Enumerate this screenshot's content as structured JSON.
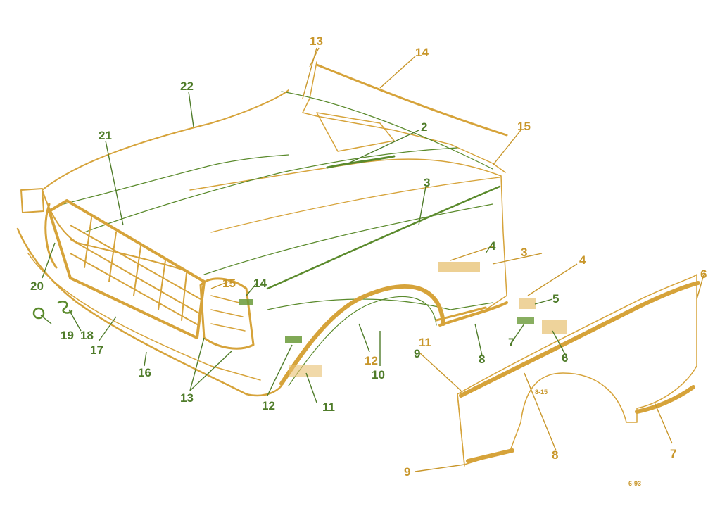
{
  "labels": {
    "l13_top": "13",
    "l14_top": "14",
    "l22": "22",
    "l21": "21",
    "l2": "2",
    "l15": "15",
    "l3_hood": "3",
    "l20": "20",
    "l19": "19",
    "l18": "18",
    "l17": "17",
    "l16": "16",
    "l13_bottom": "13",
    "l12_bottom": "12",
    "l11_bottom": "11",
    "l10": "10",
    "l12_mid": "12",
    "l11_mid": "11",
    "l9_mid": "9",
    "l8_mid": "8",
    "l7_mid": "7",
    "l6_mid": "6",
    "l5": "5",
    "l4_top": "4",
    "l4_mid": "4",
    "l3_right": "3",
    "l15_mid": "15",
    "l14_mid": "14",
    "l6_right": "6",
    "l8_right": "8",
    "l7_right": "7",
    "l9_right": "9",
    "fig_code": "6-93",
    "panel_code": "8-15"
  },
  "colors": {
    "callout_orange": "#c8962a",
    "callout_green": "#4f7c2a",
    "trim_orange": "#d6a33a",
    "trim_green": "#5a8a2c"
  }
}
